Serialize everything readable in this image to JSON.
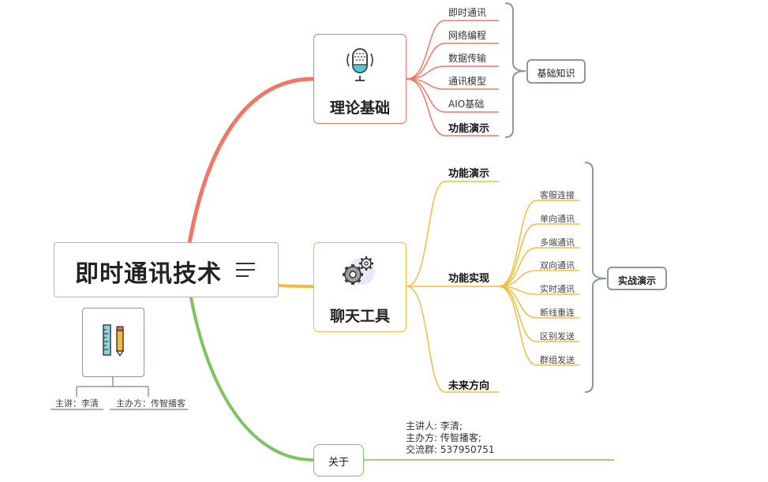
{
  "root": {
    "title": "即时通讯技术",
    "icon": "menu-lines-icon"
  },
  "branches": {
    "theory": {
      "label": "理论基础",
      "icon": "microphone-icon",
      "color": "#f07766",
      "children": [
        "即时通讯",
        "网络编程",
        "数据传输",
        "通讯模型",
        "AIO基础",
        "功能演示"
      ],
      "summary": "基础知识"
    },
    "chat": {
      "label": "聊天工具",
      "icon": "gears-icon",
      "color": "#f5bd3f",
      "children": [
        "功能演示",
        "功能实现",
        "未来方向"
      ],
      "sub_children": [
        "客服连接",
        "单向通讯",
        "多端通讯",
        "双向通讯",
        "实时通讯",
        "断线重连",
        "区别发送",
        "群组发送"
      ],
      "summary": "实战演示"
    },
    "about": {
      "label": "关于",
      "color": "#7fc35e",
      "lines": [
        "主讲人: 李清;",
        "主办方: 传智播客;",
        "交流群: 537950751"
      ]
    }
  },
  "note": {
    "icon": "ruler-pencil-icon",
    "items": [
      "主讲：李清",
      "主办方：传智播客"
    ]
  },
  "colors": {
    "summary_border": "#8c96a6",
    "root_border": "#b5b5b5"
  }
}
